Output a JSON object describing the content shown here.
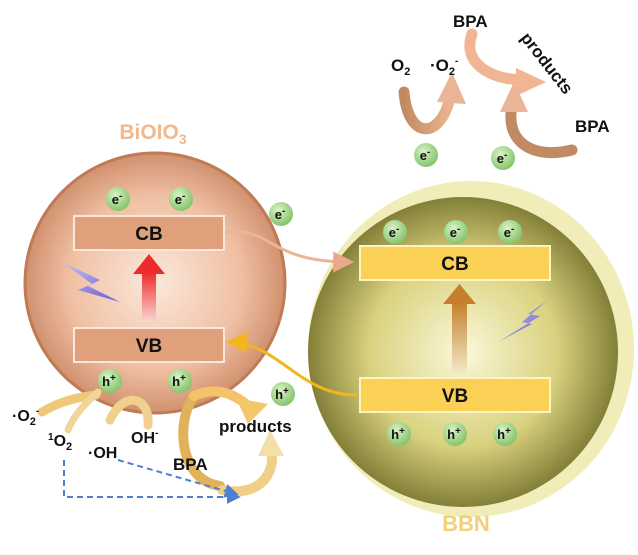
{
  "materials": {
    "left": "BiOIO",
    "left_subscript": "3",
    "right": "BBN"
  },
  "bands": {
    "conduction": "CB",
    "valence": "VB"
  },
  "carriers": {
    "electron": "e",
    "electron_sign": "-",
    "hole": "h",
    "hole_sign": "+"
  },
  "species": {
    "bpa": "BPA",
    "products": "products",
    "oxygen": "O",
    "oxygen_sub": "2",
    "superoxide_dot": "·O",
    "superoxide_sub": "2",
    "superoxide_sign": "-",
    "singlet_pre": "1",
    "singlet_o": "O",
    "singlet_sub": "2",
    "hydroxyl_radical": "·OH",
    "hydroxide": "OH",
    "hydroxide_sign": "-"
  },
  "colors": {
    "left_sphere": "#e9a98a",
    "right_sphere": "#c9c04a",
    "left_band": "#e0a07c",
    "right_band": "#fbd155",
    "carrier": "#a7d88f",
    "left_label": "#f0b88f",
    "right_label": "#f3cf7a",
    "dashed_arrow": "#4f7fd0"
  }
}
